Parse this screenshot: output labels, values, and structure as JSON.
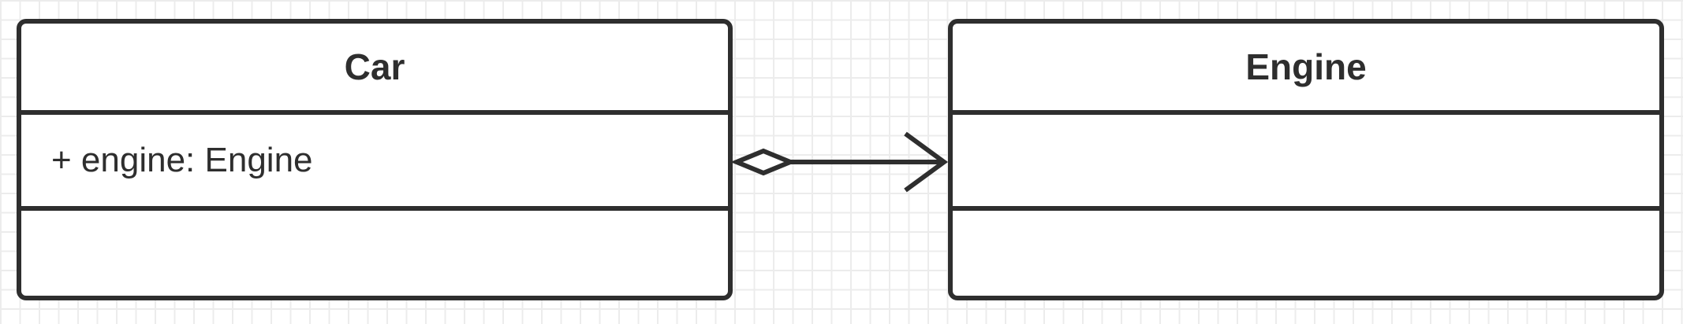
{
  "diagram": {
    "classes": [
      {
        "name": "Car",
        "attributes": [
          "+ engine: Engine"
        ],
        "operations": []
      },
      {
        "name": "Engine",
        "attributes": [],
        "operations": []
      }
    ],
    "relationships": [
      {
        "type": "aggregation",
        "from": "Car",
        "to": "Engine",
        "navigable_end": "Engine"
      }
    ],
    "colors": {
      "stroke": "#2e2e2e",
      "background": "#ffffff",
      "grid": "#ececec"
    }
  }
}
